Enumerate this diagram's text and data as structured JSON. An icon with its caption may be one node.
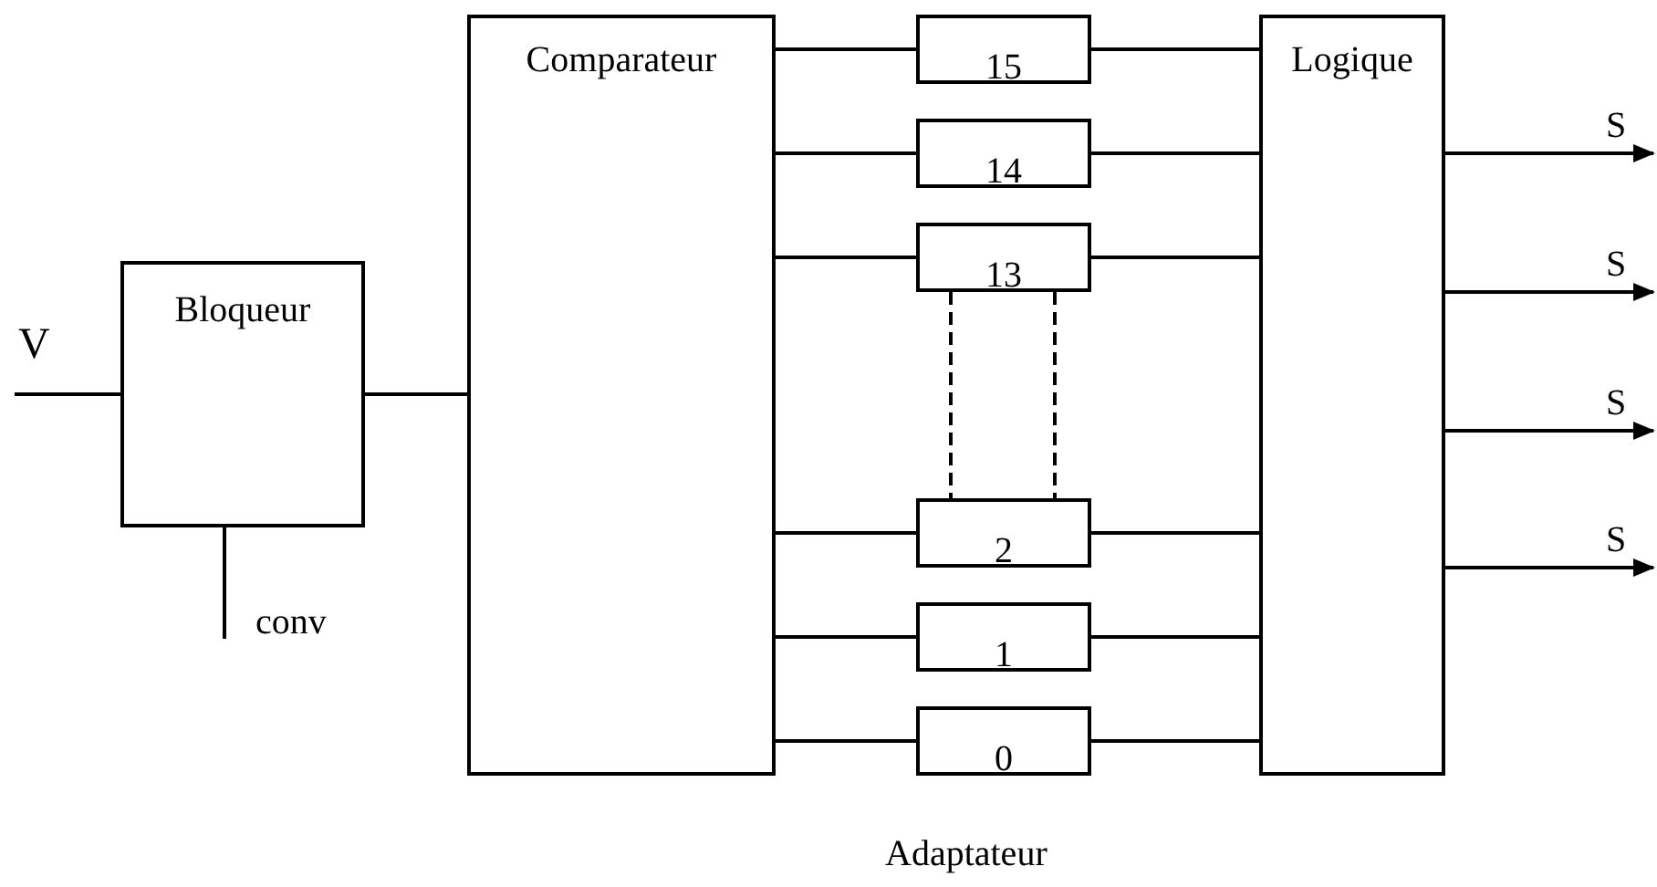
{
  "diagram": {
    "nodes": [
      {
        "text": [
          "Bloqueur"
        ]
      },
      {
        "text": [
          "Comparateur"
        ]
      },
      {
        "text": [
          "15"
        ]
      },
      {
        "text": [
          "14"
        ]
      },
      {
        "text": [
          "13"
        ]
      },
      {
        "text": [
          "2"
        ]
      },
      {
        "text": [
          "1"
        ]
      },
      {
        "text": [
          "0"
        ]
      },
      {
        "text": [
          "Logique"
        ]
      }
    ],
    "edges": [
      {
        "from": null,
        "to": 0,
        "arrow": "none"
      },
      {
        "from": 0,
        "to": null,
        "arrow": "none"
      },
      {
        "from": 0,
        "to": 1,
        "arrow": "none"
      },
      {
        "from": 1,
        "to": 2,
        "arrow": "none"
      },
      {
        "from": 1,
        "to": 3,
        "arrow": "none"
      },
      {
        "from": 1,
        "to": 4,
        "arrow": "none"
      },
      {
        "from": 1,
        "to": 5,
        "arrow": "none"
      },
      {
        "from": 1,
        "to": 6,
        "arrow": "none"
      },
      {
        "from": 1,
        "to": 7,
        "arrow": "none"
      },
      {
        "from": 4,
        "to": 5,
        "arrow": "none",
        "style": "dashed"
      },
      {
        "from": 4,
        "to": 5,
        "arrow": "none",
        "style": "dashed"
      },
      {
        "from": 2,
        "to": 8,
        "arrow": "none"
      },
      {
        "from": 3,
        "to": 8,
        "arrow": "none"
      },
      {
        "from": 4,
        "to": 8,
        "arrow": "none"
      },
      {
        "from": 5,
        "to": 8,
        "arrow": "none"
      },
      {
        "from": 6,
        "to": 8,
        "arrow": "none"
      },
      {
        "from": 7,
        "to": 8,
        "arrow": "none"
      },
      {
        "from": 8,
        "to": null,
        "arrow": "to"
      },
      {
        "from": 8,
        "to": null,
        "arrow": "to"
      },
      {
        "from": 8,
        "to": null,
        "arrow": "to"
      },
      {
        "from": 8,
        "to": null,
        "arrow": "to"
      }
    ],
    "labels": [
      "V",
      "S",
      "S",
      "S",
      "S",
      "conv",
      "Adaptateur"
    ]
  }
}
